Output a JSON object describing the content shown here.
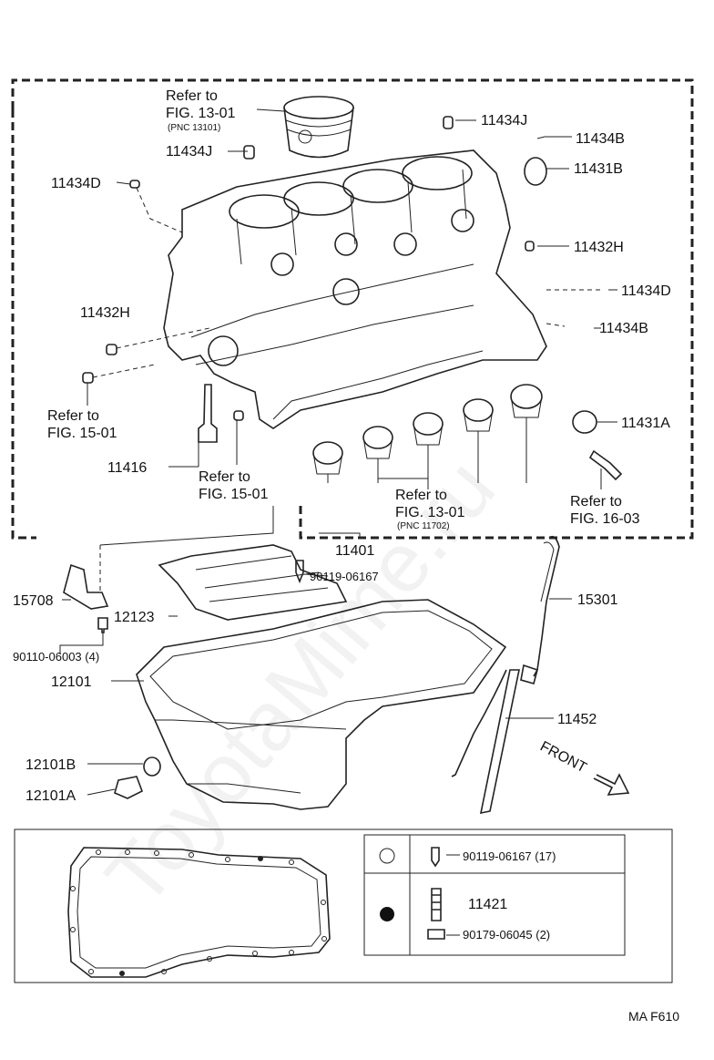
{
  "diagram_code": "MA F610",
  "watermark": "ToyotaMime.ru",
  "labels": {
    "refer_piston_1": "Refer to",
    "refer_piston_2": "FIG. 13-01",
    "refer_piston_3": "(PNC 13101)",
    "p11434J_a": "11434J",
    "p11434J_b": "11434J",
    "p11434B_a": "11434B",
    "p11431B": "11431B",
    "p11434D_a": "11434D",
    "p11432H_a": "11432H",
    "p11434D_b": "11434D",
    "p11432H_b": "11432H",
    "p11434B_b": "11434B",
    "refer_1501a_1": "Refer to",
    "refer_1501a_2": "FIG. 15-01",
    "p11431A": "11431A",
    "p11416": "11416",
    "refer_1501b_1": "Refer to",
    "refer_1501b_2": "FIG. 15-01",
    "refer_1301_1": "Refer to",
    "refer_1301_2": "FIG. 13-01",
    "refer_1301_3": "(PNC 11702)",
    "refer_1603_1": "Refer to",
    "refer_1603_2": "FIG. 16-03",
    "p11401": "11401",
    "p90119": "90119-06167",
    "p15708": "15708",
    "p12123": "12123",
    "p15301": "15301",
    "p90110": "90110-06003 (4)",
    "p12101": "12101",
    "p11452": "11452",
    "front": "FRONT",
    "p12101B": "12101B",
    "p12101A": "12101A"
  },
  "legend": {
    "row1_part": "90119-06167 (17)",
    "row2_part_a": "11421",
    "row2_part_b": "90179-06045 (2)"
  }
}
